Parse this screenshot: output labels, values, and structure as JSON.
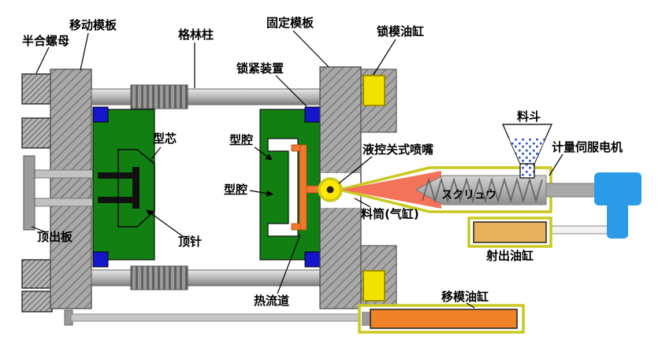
{
  "diagram": {
    "labels": {
      "half_nut": "半合螺母",
      "moving_platen": "移动模板",
      "tie_bar": "格林柱",
      "locking_device": "锁紧装置",
      "fixed_platen": "固定模板",
      "clamp_cylinder": "锁模油缸",
      "core": "型芯",
      "cavity_upper": "型腔",
      "cavity_lower": "型腔",
      "shutoff_nozzle": "液控关式喷嘴",
      "hopper": "料斗",
      "metering_servo_motor": "计量伺服电机",
      "screw": "スクリュウ",
      "barrel": "料筒(气缸)",
      "injection_cylinder": "射出油缸",
      "mold_move_cylinder": "移模油缸",
      "ejector_plate": "顶出板",
      "ejector_pin": "顶针",
      "hot_runner": "热流道"
    },
    "colors": {
      "mold_green": "#117f11",
      "lock_blue": "#1515cc",
      "runner_orange": "#f07830",
      "nozzle_yellow": "#ffe800",
      "cone_salmon": "#f2735a",
      "highlight_outline": "#c9c920",
      "piston_yellow": "#f2e200",
      "motor_blue": "#2b9be8",
      "cylinder_orange": "#f08228",
      "injection_tan": "#e8b25c",
      "pellet_blue": "#3355cc",
      "metal_gray": "#a8a8a8"
    }
  }
}
